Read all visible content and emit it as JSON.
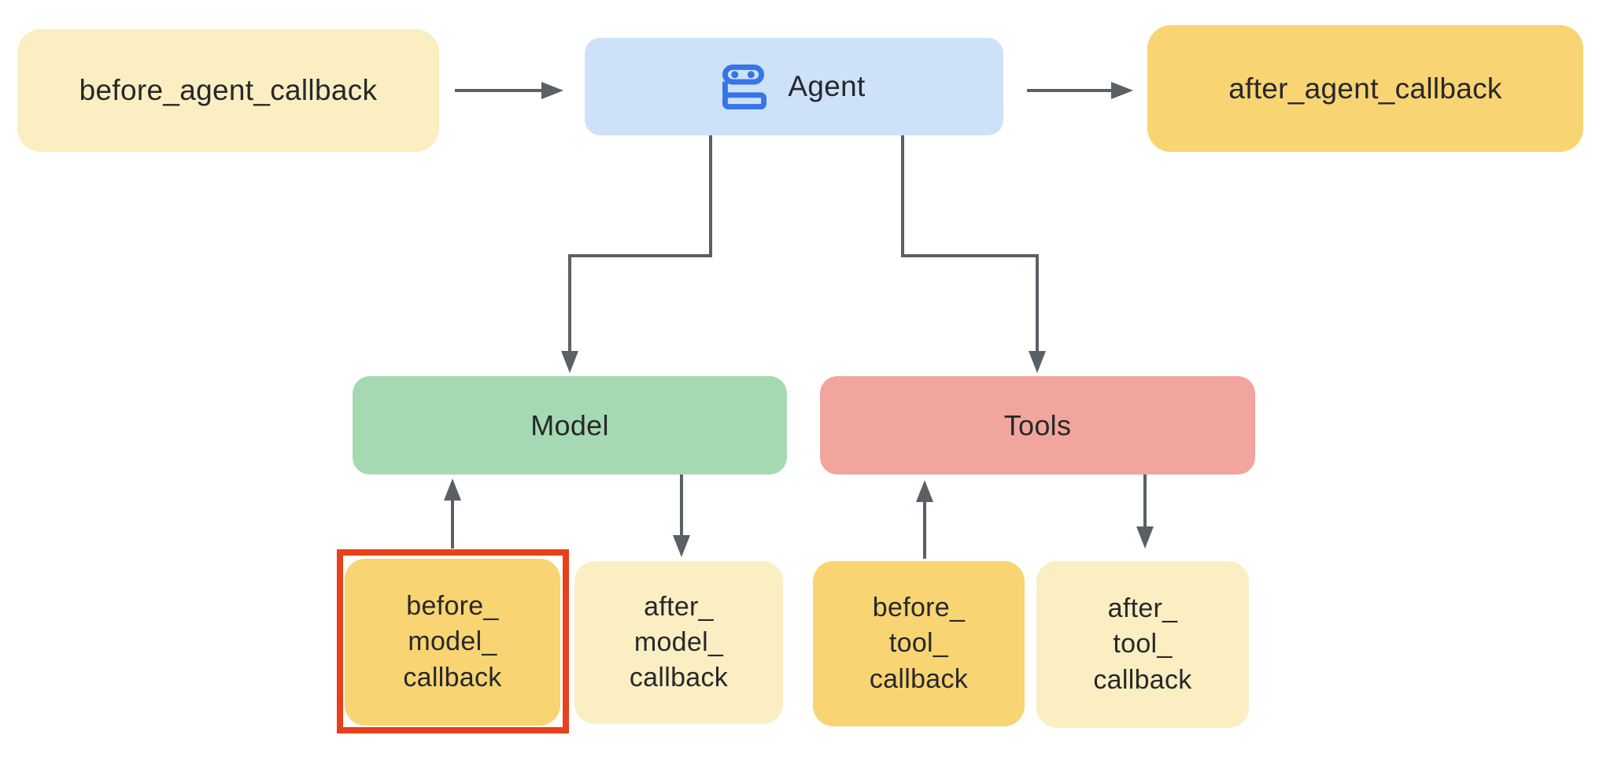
{
  "colors": {
    "light_yellow": "#FBEEC2",
    "mid_yellow": "#F8D472",
    "light_blue": "#CDE1F9",
    "icon_blue": "#3674E8",
    "green_box": "#A5D9B3",
    "pink_box": "#F2A59D",
    "arrow_gray": "#5A6065",
    "highlight_red": "#E8401A",
    "text_color": "#26282A"
  },
  "nodes": {
    "before_agent_callback": {
      "label": "before_agent_callback"
    },
    "agent": {
      "label": "Agent",
      "icon": "robot-icon"
    },
    "after_agent_callback": {
      "label": "after_agent_callback"
    },
    "model": {
      "label": "Model"
    },
    "tools": {
      "label": "Tools"
    },
    "before_model_callback": {
      "label": "before_\nmodel_\ncallback",
      "highlighted": true
    },
    "after_model_callback": {
      "label": "after_\nmodel_\ncallback"
    },
    "before_tool_callback": {
      "label": "before_\ntool_\ncallback"
    },
    "after_tool_callback": {
      "label": "after_\ntool_\ncallback"
    }
  },
  "edges": [
    {
      "from": "before_agent_callback",
      "to": "agent"
    },
    {
      "from": "agent",
      "to": "after_agent_callback"
    },
    {
      "from": "agent",
      "to": "model"
    },
    {
      "from": "agent",
      "to": "tools"
    },
    {
      "from": "before_model_callback",
      "to": "model"
    },
    {
      "from": "model",
      "to": "after_model_callback"
    },
    {
      "from": "before_tool_callback",
      "to": "tools"
    },
    {
      "from": "tools",
      "to": "after_tool_callback"
    }
  ],
  "highlight": {
    "target": "before_model_callback"
  }
}
